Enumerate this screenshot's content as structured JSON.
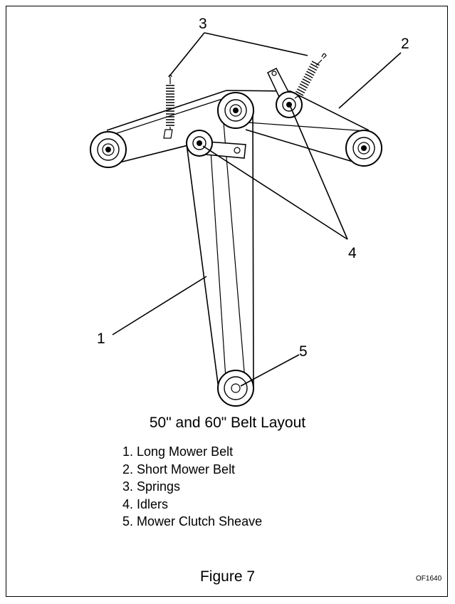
{
  "callouts": {
    "c1": "1",
    "c2": "2",
    "c3": "3",
    "c4": "4",
    "c5": "5"
  },
  "caption": "50\" and 60\" Belt Layout",
  "legend": [
    "1.  Long Mower Belt",
    "2.  Short Mower Belt",
    "3.  Springs",
    "4.  Idlers",
    "5.  Mower Clutch Sheave"
  ],
  "figure_label": "Figure 7",
  "figure_code": "OF1640"
}
